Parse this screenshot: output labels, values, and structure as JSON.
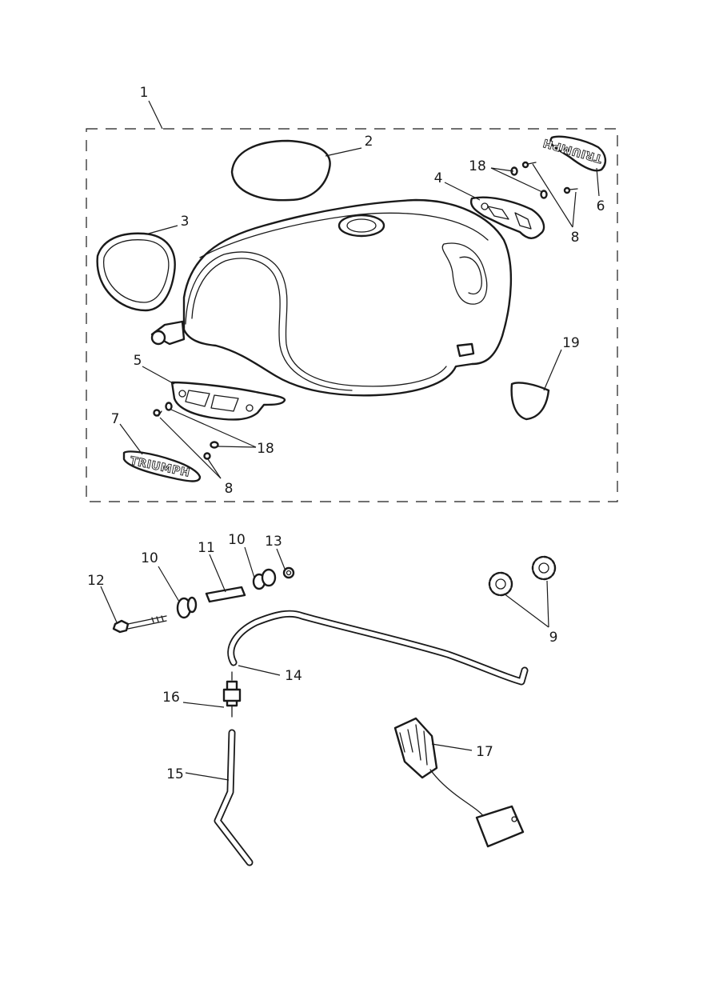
{
  "diagram": {
    "callouts": {
      "c1": "1",
      "c2": "2",
      "c3": "3",
      "c4": "4",
      "c5": "5",
      "c6": "6",
      "c7": "7",
      "c8_top": "8",
      "c8_bottom": "8",
      "c9": "9",
      "c10_left": "10",
      "c10_right": "10",
      "c11": "11",
      "c12": "12",
      "c13": "13",
      "c14": "14",
      "c15": "15",
      "c16": "16",
      "c17": "17",
      "c18_top": "18",
      "c18_bottom": "18",
      "c19": "19"
    },
    "badges": {
      "right_badge_text": "TRIUMPH",
      "left_badge_text": "TRIUMPH"
    }
  }
}
